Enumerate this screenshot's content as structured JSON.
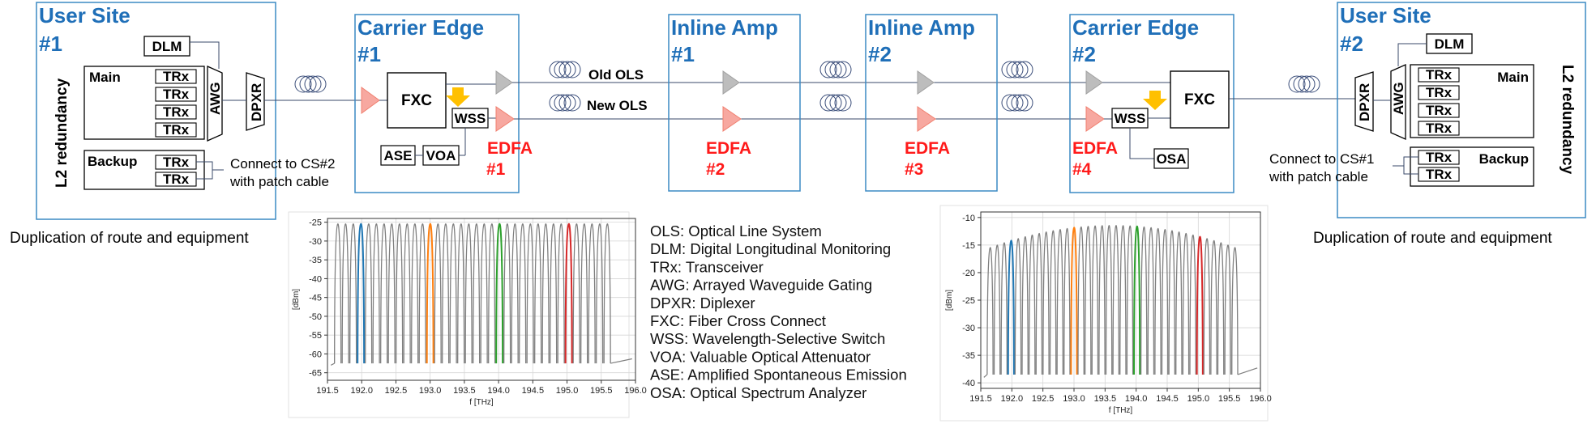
{
  "sites": {
    "user1": {
      "title": "User Site",
      "number": "#1",
      "redundancy": "L2 redundancy",
      "caption": "Duplication of route and equipment"
    },
    "user2": {
      "title": "User Site",
      "number": "#2",
      "redundancy": "L2 redundancy",
      "caption": "Duplication of route and equipment"
    },
    "ce1": {
      "title": "Carrier Edge",
      "number": "#1"
    },
    "ia1": {
      "title": "Inline Amp",
      "number": "#1"
    },
    "ia2": {
      "title": "Inline Amp",
      "number": "#2"
    },
    "ce2": {
      "title": "Carrier Edge",
      "number": "#2"
    }
  },
  "equipment": {
    "dlm": "DLM",
    "main": "Main",
    "backup": "Backup",
    "trx": "TRx",
    "awg": "AWG",
    "dpxr": "DPXR",
    "fxc": "FXC",
    "wss": "WSS",
    "ase": "ASE",
    "voa": "VOA",
    "osa": "OSA"
  },
  "edfa": {
    "label": "EDFA",
    "n1": "#1",
    "n2": "#2",
    "n3": "#3",
    "n4": "#4"
  },
  "ols": {
    "old": "Old OLS",
    "new": "New OLS"
  },
  "patch": {
    "left_line1": "Connect to CS#2",
    "left_line2": "with patch cable",
    "right_line1": "Connect to CS#1",
    "right_line2": "with patch cable"
  },
  "legend": [
    "OLS: Optical Line System",
    "DLM: Digital Longitudinal Monitoring",
    "TRx: Transceiver",
    "AWG: Arrayed Waveguide Gating",
    "DPXR: Diplexer",
    "FXC: Fiber Cross Connect",
    "WSS: Wavelength-Selective Switch",
    "VOA: Valuable Optical Attenuator",
    "ASE: Amplified Spontaneous Emission",
    "OSA: Optical Spectrum Analyzer"
  ],
  "colors": {
    "accent_blue": "#1f6fb8",
    "edfa_red": "#ff1a1a",
    "edfa_fill": "#f7a8a0",
    "amp_gray": "#bdbdbd",
    "arrow_orange": "#ffc000"
  },
  "chart_data": [
    {
      "type": "line",
      "xlabel": "f [THz]",
      "ylabel": "[dBm]",
      "xlim": [
        191.5,
        196.0
      ],
      "ylim": [
        -67,
        -24
      ],
      "xticks": [
        191.5,
        192.0,
        192.5,
        193.0,
        193.5,
        194.0,
        194.5,
        195.0,
        195.5,
        196.0
      ],
      "yticks": [
        -25,
        -30,
        -35,
        -40,
        -45,
        -50,
        -55,
        -60,
        -65
      ],
      "grid": true,
      "channel_start": 191.65,
      "channel_spacing": 0.1125,
      "channel_count": 36,
      "peak_dbm": -25.5,
      "floor_dbm": -62.5,
      "highlighted": [
        {
          "freq": 192.0,
          "color": "#1f77b4"
        },
        {
          "freq": 193.0,
          "color": "#ff7f0e"
        },
        {
          "freq": 194.0,
          "color": "#2ca02c"
        },
        {
          "freq": 195.0,
          "color": "#d62728"
        }
      ]
    },
    {
      "type": "line",
      "xlabel": "f [THz]",
      "ylabel": "[dBm]",
      "xlim": [
        191.5,
        196.0
      ],
      "ylim": [
        -41,
        -9
      ],
      "xticks": [
        191.5,
        192.0,
        192.5,
        193.0,
        193.5,
        194.0,
        194.5,
        195.0,
        195.5,
        196.0
      ],
      "yticks": [
        -10,
        -15,
        -20,
        -25,
        -30,
        -35,
        -40
      ],
      "grid": true,
      "channel_start": 191.65,
      "channel_spacing": 0.1125,
      "channel_count": 36,
      "peak_dbm": -11.5,
      "peak_tilt_edges": -15.5,
      "floor_dbm": -38.5,
      "highlighted": [
        {
          "freq": 192.0,
          "color": "#1f77b4"
        },
        {
          "freq": 193.0,
          "color": "#ff7f0e"
        },
        {
          "freq": 194.0,
          "color": "#2ca02c"
        },
        {
          "freq": 195.0,
          "color": "#d62728"
        }
      ]
    }
  ]
}
